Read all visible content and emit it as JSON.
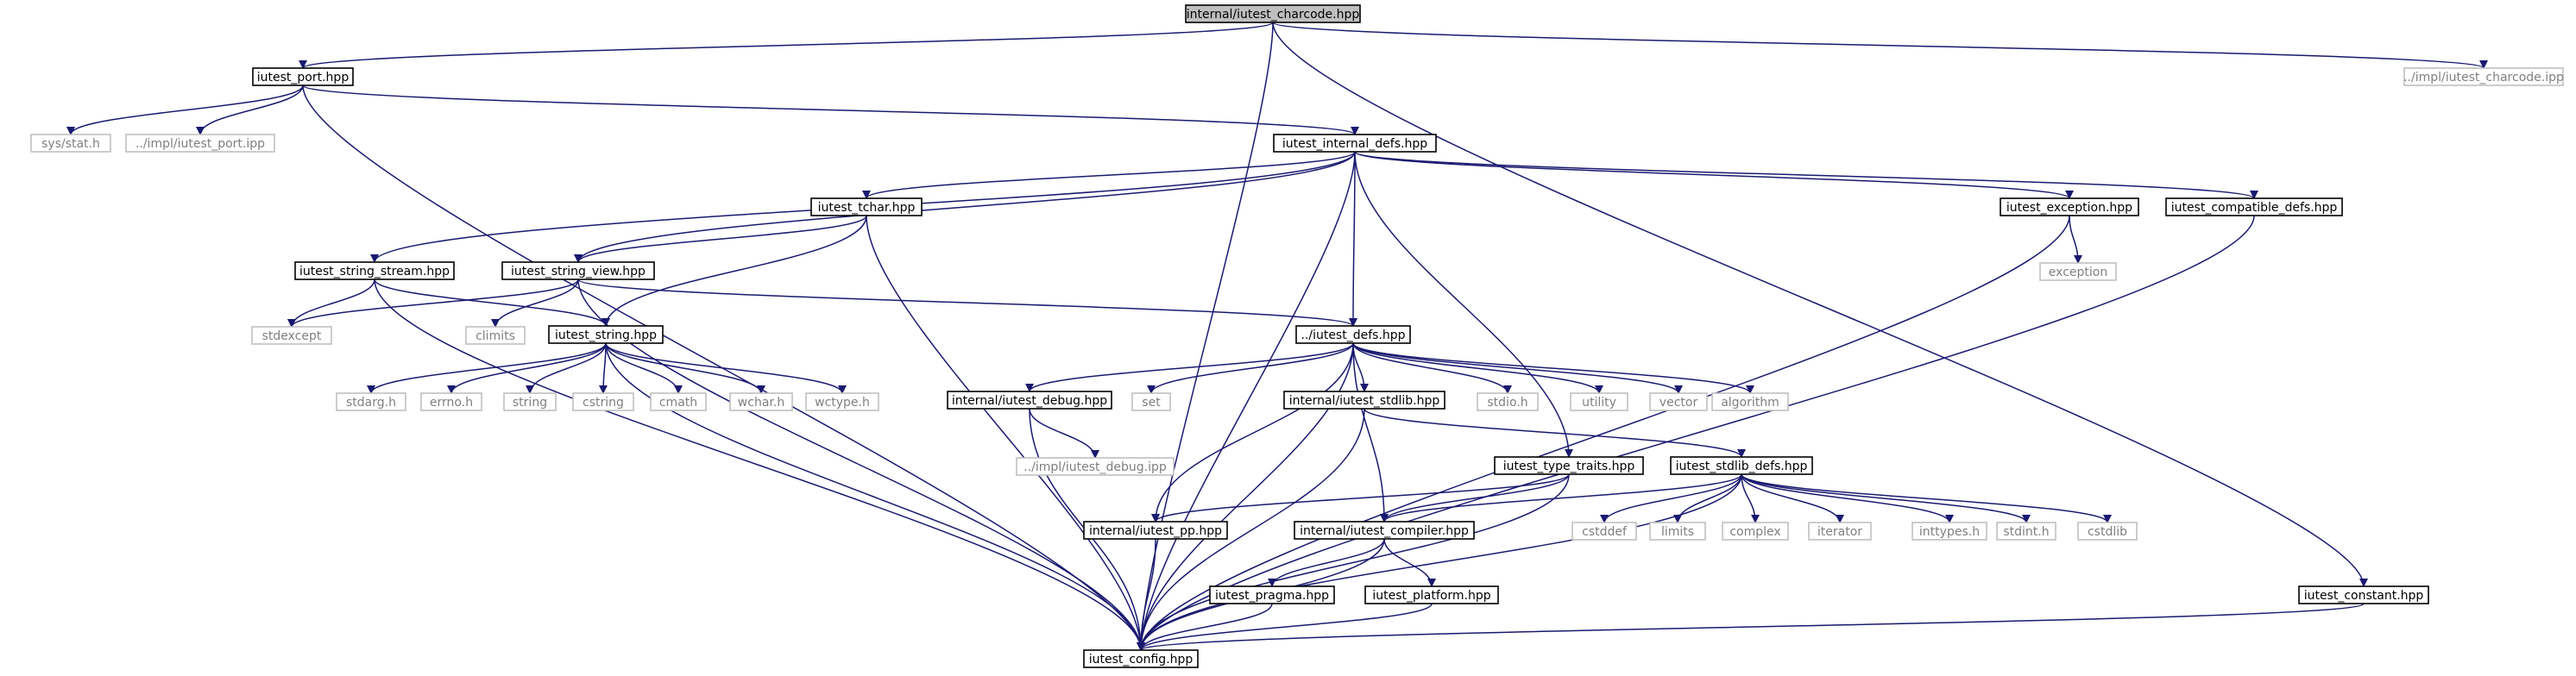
{
  "colors": {
    "edge": "#191970",
    "text_dark": "#000000",
    "text_light": "#7f7f7f",
    "box_dark": "#000000",
    "box_light": "#bfbfbf",
    "root_fill": "#bfbfbf",
    "box_fill": "#ffffff"
  },
  "nodes": [
    {
      "id": "root",
      "label": "internal/iutest_charcode.hpp",
      "style": "root"
    },
    {
      "id": "port",
      "label": "iutest_port.hpp",
      "style": "file"
    },
    {
      "id": "charcode_ipp",
      "label": "../impl/iutest_charcode.ipp",
      "style": "external"
    },
    {
      "id": "sys_stat",
      "label": "sys/stat.h",
      "style": "external"
    },
    {
      "id": "port_ipp",
      "label": "../impl/iutest_port.ipp",
      "style": "external"
    },
    {
      "id": "internal_defs",
      "label": "iutest_internal_defs.hpp",
      "style": "file"
    },
    {
      "id": "tchar",
      "label": "iutest_tchar.hpp",
      "style": "file"
    },
    {
      "id": "exception_hpp",
      "label": "iutest_exception.hpp",
      "style": "file"
    },
    {
      "id": "compatible_defs",
      "label": "iutest_compatible_defs.hpp",
      "style": "file"
    },
    {
      "id": "exception",
      "label": "exception",
      "style": "external"
    },
    {
      "id": "string_stream",
      "label": "iutest_string_stream.hpp",
      "style": "file"
    },
    {
      "id": "string_view",
      "label": "iutest_string_view.hpp",
      "style": "file"
    },
    {
      "id": "stdexcept",
      "label": "stdexcept",
      "style": "external"
    },
    {
      "id": "climits",
      "label": "climits",
      "style": "external"
    },
    {
      "id": "string_hpp",
      "label": "iutest_string.hpp",
      "style": "file"
    },
    {
      "id": "defs",
      "label": "../iutest_defs.hpp",
      "style": "file"
    },
    {
      "id": "stdarg",
      "label": "stdarg.h",
      "style": "external"
    },
    {
      "id": "errno",
      "label": "errno.h",
      "style": "external"
    },
    {
      "id": "string",
      "label": "string",
      "style": "external"
    },
    {
      "id": "cstring",
      "label": "cstring",
      "style": "external"
    },
    {
      "id": "cmath",
      "label": "cmath",
      "style": "external"
    },
    {
      "id": "wchar",
      "label": "wchar.h",
      "style": "external"
    },
    {
      "id": "wctype",
      "label": "wctype.h",
      "style": "external"
    },
    {
      "id": "debug",
      "label": "internal/iutest_debug.hpp",
      "style": "file"
    },
    {
      "id": "set",
      "label": "set",
      "style": "external"
    },
    {
      "id": "stdlib_hpp",
      "label": "internal/iutest_stdlib.hpp",
      "style": "file"
    },
    {
      "id": "stdio",
      "label": "stdio.h",
      "style": "external"
    },
    {
      "id": "utility",
      "label": "utility",
      "style": "external"
    },
    {
      "id": "vector",
      "label": "vector",
      "style": "external"
    },
    {
      "id": "algorithm",
      "label": "algorithm",
      "style": "external"
    },
    {
      "id": "debug_ipp",
      "label": "../impl/iutest_debug.ipp",
      "style": "external"
    },
    {
      "id": "type_traits",
      "label": "iutest_type_traits.hpp",
      "style": "file"
    },
    {
      "id": "stdlib_defs",
      "label": "iutest_stdlib_defs.hpp",
      "style": "file"
    },
    {
      "id": "pp",
      "label": "internal/iutest_pp.hpp",
      "style": "file"
    },
    {
      "id": "compiler",
      "label": "internal/iutest_compiler.hpp",
      "style": "file"
    },
    {
      "id": "cstddef",
      "label": "cstddef",
      "style": "external"
    },
    {
      "id": "limits",
      "label": "limits",
      "style": "external"
    },
    {
      "id": "complex",
      "label": "complex",
      "style": "external"
    },
    {
      "id": "iterator",
      "label": "iterator",
      "style": "external"
    },
    {
      "id": "inttypes",
      "label": "inttypes.h",
      "style": "external"
    },
    {
      "id": "stdint",
      "label": "stdint.h",
      "style": "external"
    },
    {
      "id": "cstdlib",
      "label": "cstdlib",
      "style": "external"
    },
    {
      "id": "pragma",
      "label": "iutest_pragma.hpp",
      "style": "file"
    },
    {
      "id": "platform",
      "label": "iutest_platform.hpp",
      "style": "file"
    },
    {
      "id": "constant",
      "label": "iutest_constant.hpp",
      "style": "file"
    },
    {
      "id": "config",
      "label": "iutest_config.hpp",
      "style": "file"
    }
  ],
  "edges": [
    [
      "root",
      "port"
    ],
    [
      "root",
      "charcode_ipp"
    ],
    [
      "root",
      "constant"
    ],
    [
      "root",
      "config"
    ],
    [
      "port",
      "sys_stat"
    ],
    [
      "port",
      "port_ipp"
    ],
    [
      "port",
      "internal_defs"
    ],
    [
      "port",
      "config"
    ],
    [
      "internal_defs",
      "tchar"
    ],
    [
      "internal_defs",
      "exception_hpp"
    ],
    [
      "internal_defs",
      "compatible_defs"
    ],
    [
      "internal_defs",
      "string_stream"
    ],
    [
      "internal_defs",
      "string_view"
    ],
    [
      "internal_defs",
      "defs"
    ],
    [
      "internal_defs",
      "type_traits"
    ],
    [
      "internal_defs",
      "config"
    ],
    [
      "exception_hpp",
      "exception"
    ],
    [
      "exception_hpp",
      "config"
    ],
    [
      "compatible_defs",
      "config"
    ],
    [
      "tchar",
      "string_view"
    ],
    [
      "tchar",
      "string_hpp"
    ],
    [
      "tchar",
      "config"
    ],
    [
      "string_stream",
      "stdexcept"
    ],
    [
      "string_stream",
      "string_hpp"
    ],
    [
      "string_stream",
      "config"
    ],
    [
      "string_view",
      "stdexcept"
    ],
    [
      "string_view",
      "climits"
    ],
    [
      "string_view",
      "defs"
    ],
    [
      "string_view",
      "config"
    ],
    [
      "string_hpp",
      "stdarg"
    ],
    [
      "string_hpp",
      "errno"
    ],
    [
      "string_hpp",
      "string"
    ],
    [
      "string_hpp",
      "cstring"
    ],
    [
      "string_hpp",
      "cmath"
    ],
    [
      "string_hpp",
      "wchar"
    ],
    [
      "string_hpp",
      "wctype"
    ],
    [
      "string_hpp",
      "config"
    ],
    [
      "defs",
      "debug"
    ],
    [
      "defs",
      "set"
    ],
    [
      "defs",
      "stdlib_hpp"
    ],
    [
      "defs",
      "stdio"
    ],
    [
      "defs",
      "utility"
    ],
    [
      "defs",
      "vector"
    ],
    [
      "defs",
      "algorithm"
    ],
    [
      "defs",
      "pp"
    ],
    [
      "defs",
      "compiler"
    ],
    [
      "defs",
      "config"
    ],
    [
      "debug",
      "debug_ipp"
    ],
    [
      "debug",
      "config"
    ],
    [
      "stdlib_hpp",
      "stdlib_defs"
    ],
    [
      "stdlib_hpp",
      "config"
    ],
    [
      "type_traits",
      "pp"
    ],
    [
      "type_traits",
      "compiler"
    ],
    [
      "type_traits",
      "config"
    ],
    [
      "stdlib_defs",
      "compiler"
    ],
    [
      "stdlib_defs",
      "cstddef"
    ],
    [
      "stdlib_defs",
      "limits"
    ],
    [
      "stdlib_defs",
      "complex"
    ],
    [
      "stdlib_defs",
      "iterator"
    ],
    [
      "stdlib_defs",
      "inttypes"
    ],
    [
      "stdlib_defs",
      "stdint"
    ],
    [
      "stdlib_defs",
      "cstdlib"
    ],
    [
      "stdlib_defs",
      "config"
    ],
    [
      "pp",
      "config"
    ],
    [
      "compiler",
      "pragma"
    ],
    [
      "compiler",
      "platform"
    ],
    [
      "compiler",
      "config"
    ],
    [
      "pragma",
      "config"
    ],
    [
      "platform",
      "config"
    ],
    [
      "constant",
      "config"
    ]
  ]
}
